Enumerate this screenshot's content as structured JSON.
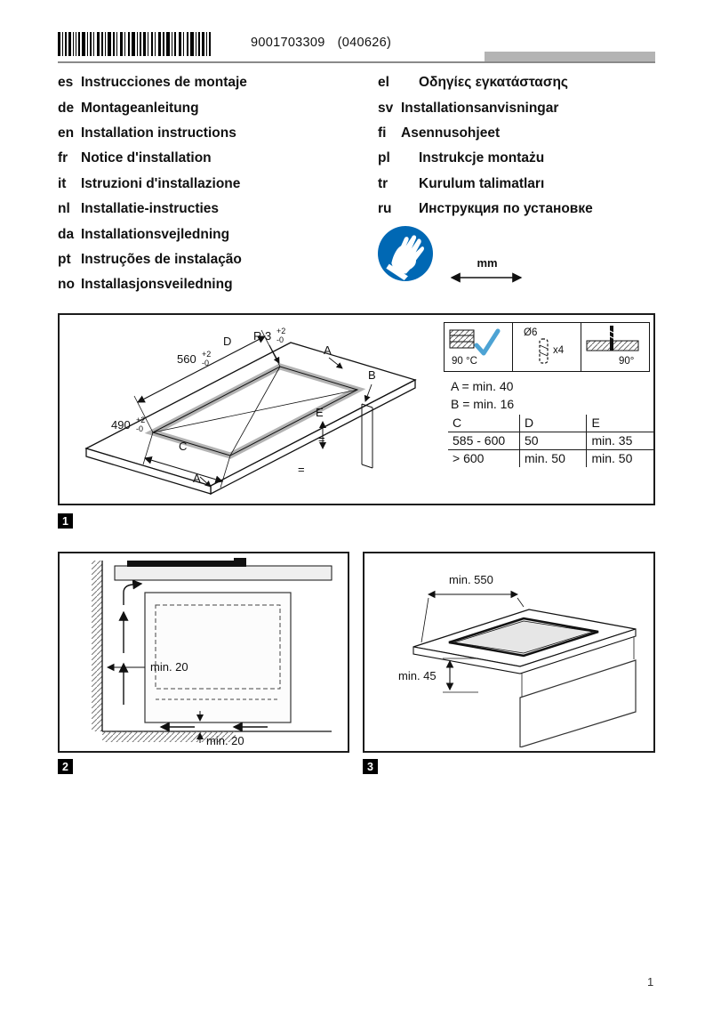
{
  "header": {
    "barcode_number": "9001703309",
    "print_code": "(040626)"
  },
  "languages": {
    "left": [
      {
        "code": "es",
        "label": "Instrucciones de montaje"
      },
      {
        "code": "de",
        "label": "Montageanleitung"
      },
      {
        "code": "en",
        "label": "Installation instructions"
      },
      {
        "code": "fr",
        "label": "Notice d'installation"
      },
      {
        "code": "it",
        "label": "Istruzioni d'installazione"
      },
      {
        "code": "nl",
        "label": "Installatie-instructies"
      },
      {
        "code": "da",
        "label": "Installationsvejledning"
      },
      {
        "code": "pt",
        "label": "Instruções de instalação"
      },
      {
        "code": "no",
        "label": "Installasjonsveiledning"
      }
    ],
    "right": [
      {
        "code": "el",
        "label": "Οδηγίες εγκατάστασης"
      },
      {
        "code": "sv",
        "label": "Installationsanvisningar"
      },
      {
        "code": "fi",
        "label": "Asennusohjeet"
      },
      {
        "code": "pl",
        "label": "Instrukcje montażu"
      },
      {
        "code": "tr",
        "label": "Kurulum talimatları"
      },
      {
        "code": "ru",
        "label": "Инструкция по установке"
      }
    ]
  },
  "safety": {
    "icon": "wear-protective-gloves",
    "icon_color": "#0068b4",
    "unit_label": "mm"
  },
  "figure1": {
    "step": "1",
    "dim_width": {
      "value": "560",
      "tol_plus": "+2",
      "tol_minus": "-0"
    },
    "dim_depth": {
      "value": "490",
      "tol_plus": "+2",
      "tol_minus": "-0"
    },
    "dim_radius": {
      "value": "R 3",
      "tol_plus": "+2",
      "tol_minus": "-0"
    },
    "labels": {
      "d": "D",
      "a_top": "A",
      "b": "B",
      "e": "E",
      "c": "C",
      "a_bottom": "A",
      "eq_1": "=",
      "eq_2": "="
    },
    "inset": {
      "temperature": "90 °C",
      "drill_diameter": "Ø6",
      "screw_count": "x4",
      "drill_angle": "90°",
      "check_color": "#4da3d4"
    },
    "notes": {
      "a": "A = min. 40",
      "b": "B = min. 16"
    },
    "table": {
      "headers": [
        "C",
        "D",
        "E"
      ],
      "rows": [
        [
          "585 - 600",
          "50",
          "min. 35"
        ],
        [
          "> 600",
          "min. 50",
          "min. 50"
        ]
      ]
    }
  },
  "figure2": {
    "step": "2",
    "side_clearance": "min. 20",
    "bottom_clearance": "min. 20"
  },
  "figure3": {
    "step": "3",
    "worktop_depth": "min. 550",
    "front_clearance": "min. 45"
  },
  "page": {
    "number": "1"
  }
}
